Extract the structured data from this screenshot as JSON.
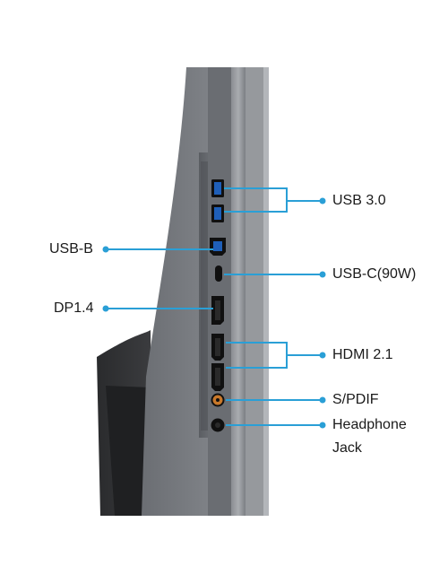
{
  "accent_color": "#2a9fd6",
  "labels": {
    "usb3": "USB 3.0",
    "usbb": "USB-B",
    "usbc": "USB-C(90W)",
    "dp": "DP1.4",
    "hdmi": "HDMI 2.1",
    "spdif": "S/PDIF",
    "headphone_line1": "Headphone",
    "headphone_line2": "Jack"
  }
}
